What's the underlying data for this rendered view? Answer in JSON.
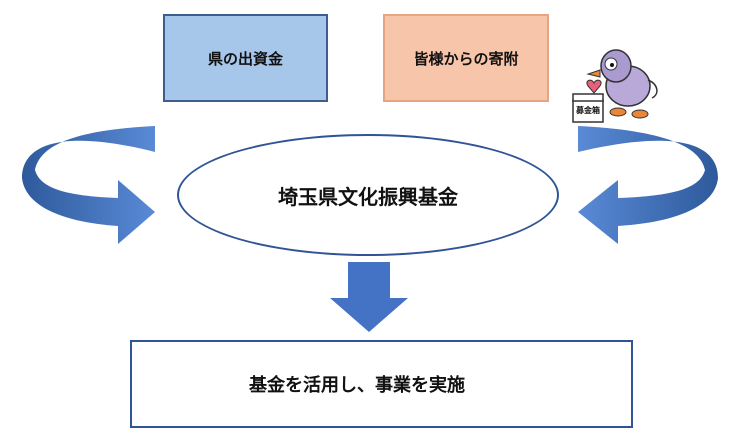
{
  "diagram": {
    "source_pref": "県の出資金",
    "source_donation": "皆様からの寄附",
    "fund": "埼玉県文化振興基金",
    "result": "基金を活用し、事業を実施",
    "donation_box_label": "募金箱"
  },
  "colors": {
    "pref_fill": "#a7c7ea",
    "donation_fill": "#f6c5aa",
    "arrow": "#4472c4",
    "outline": "#2f5597"
  }
}
